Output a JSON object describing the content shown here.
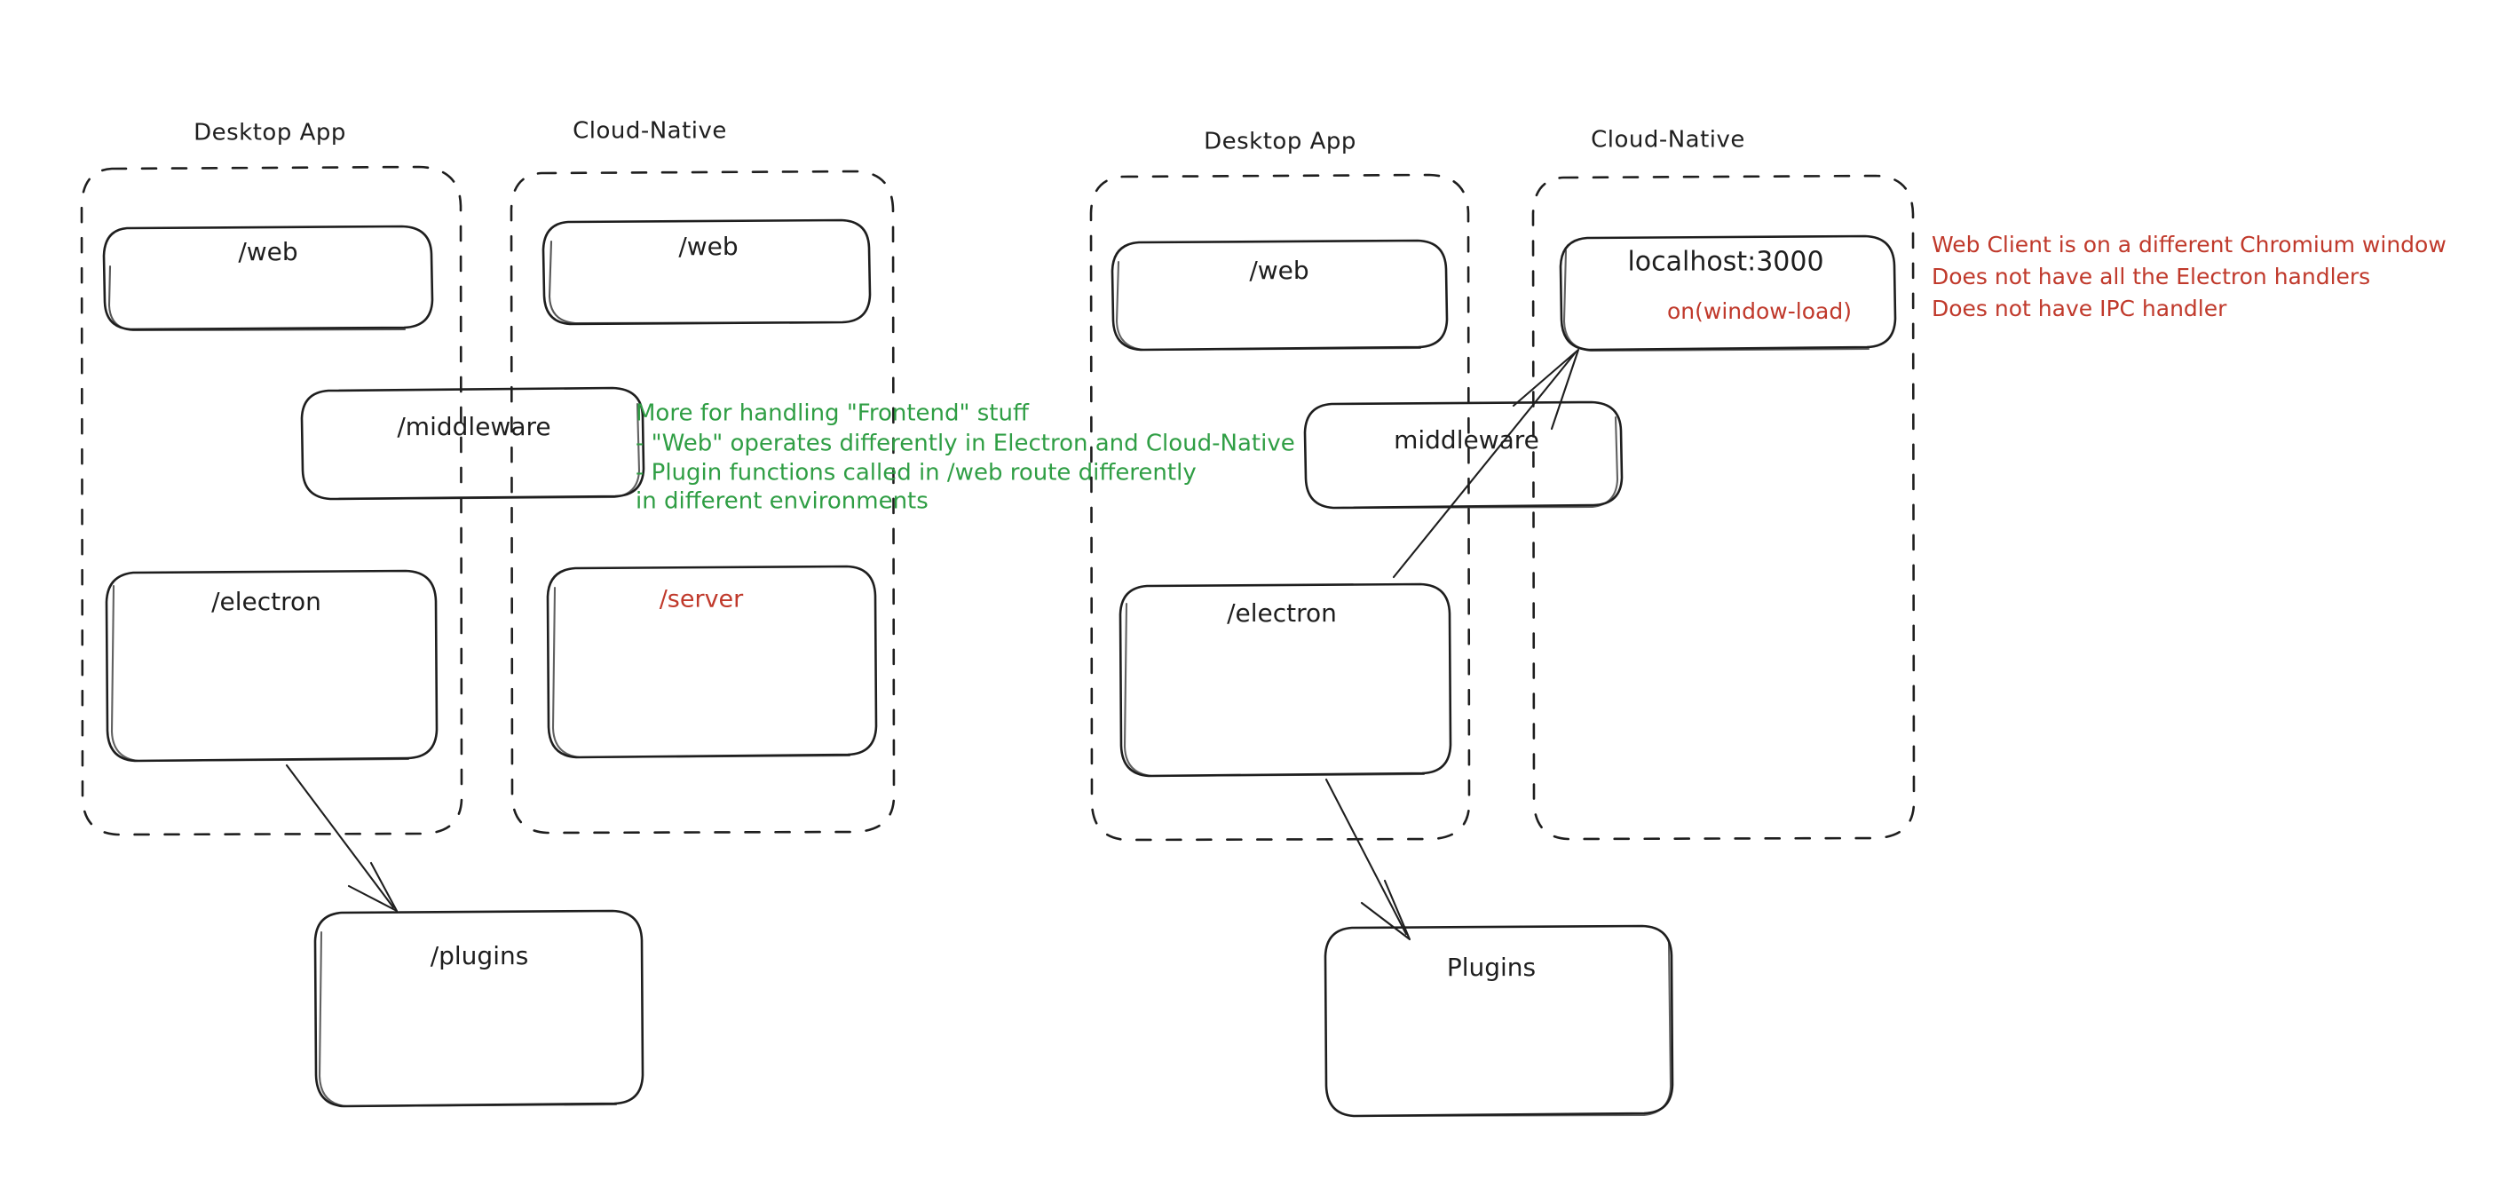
{
  "diagram": {
    "title_left_desktop": "Desktop App",
    "title_left_cloud": "Cloud-Native",
    "title_right_desktop": "Desktop App",
    "title_right_cloud": "Cloud-Native",
    "colors": {
      "ink": "#1e1e1e",
      "green": "#2f9e44",
      "red": "#c0392b",
      "background": "#ffffff"
    }
  },
  "left_panel": {
    "groups": [
      {
        "name": "desktop-app",
        "label": "Desktop App"
      },
      {
        "name": "cloud-native",
        "label": "Cloud-Native"
      }
    ],
    "nodes": {
      "desktop_web": "/web",
      "cloud_web": "/web",
      "middleware": "/middleware",
      "electron": "/electron",
      "server": "/server",
      "plugins": "/plugins"
    }
  },
  "right_panel": {
    "groups": [
      {
        "name": "desktop-app",
        "label": "Desktop App"
      },
      {
        "name": "cloud-native",
        "label": "Cloud-Native"
      }
    ],
    "nodes": {
      "desktop_web": "/web",
      "localhost": "localhost:3000",
      "localhost_sub": "on(window-load)",
      "middleware": "middleware",
      "electron": "/electron",
      "plugins": "Plugins"
    }
  },
  "annotations": {
    "green_note": [
      "More for handling \"Frontend\" stuff",
      "- \"Web\" operates differently in Electron and Cloud-Native",
      "- Plugin functions called in /web route differently",
      "in different environments"
    ],
    "red_note": [
      "Web Client is on a different Chromium window",
      "Does not have all the Electron handlers",
      "Does not have IPC handler"
    ]
  }
}
